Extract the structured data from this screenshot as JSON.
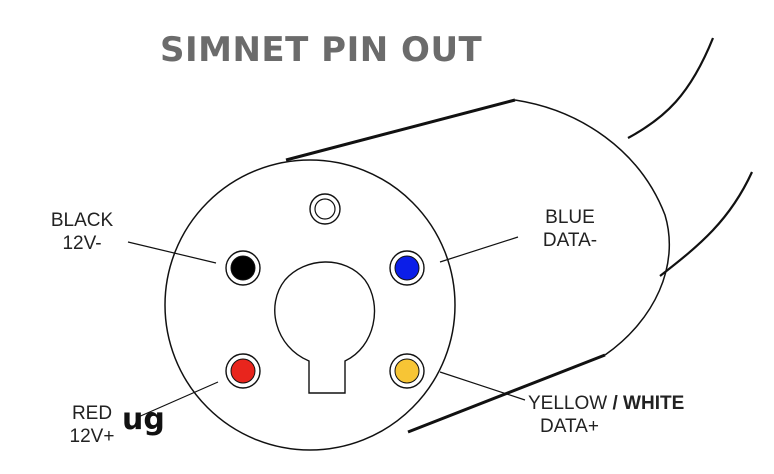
{
  "title": "SIMNET PIN OUT",
  "cut_off_text": "ug",
  "pins": [
    {
      "id": "black",
      "color_name": "BLACK",
      "signal": "12V-",
      "fill": "#000000"
    },
    {
      "id": "blue",
      "color_name": "BLUE",
      "signal": "DATA-",
      "fill": "#0b1ee8"
    },
    {
      "id": "red",
      "color_name": "RED",
      "signal": "12V+",
      "fill": "#e8251d"
    },
    {
      "id": "yellow",
      "color_name_a": "YELLOW",
      "color_name_sep": " / ",
      "color_name_b": "WHITE",
      "signal": "DATA+",
      "fill": "#f7c535"
    }
  ],
  "unused_pin_fill": "#ffffff"
}
